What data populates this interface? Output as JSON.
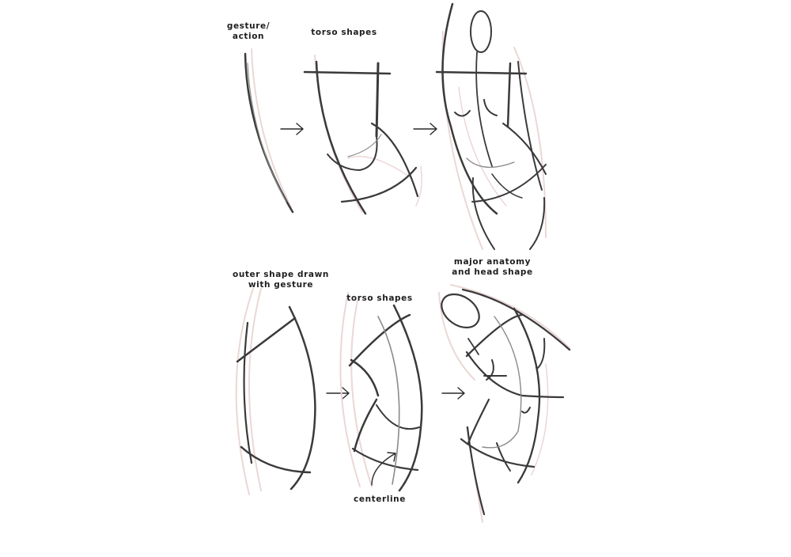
{
  "illustration": {
    "subject": "figure drawing torso construction steps",
    "rows": [
      {
        "steps": [
          {
            "label": "gesture/\naction"
          },
          {
            "label": "torso shapes"
          },
          {
            "label": ""
          }
        ]
      },
      {
        "steps": [
          {
            "label": "outer shape drawn\nwith gesture"
          },
          {
            "label": "torso shapes"
          },
          {
            "label": "major anatomy\nand head shape"
          }
        ]
      }
    ],
    "annotations": [
      {
        "label": "centerline"
      }
    ],
    "arrows": [
      "right-arrow",
      "right-arrow",
      "right-arrow",
      "right-arrow"
    ],
    "colors": {
      "stroke": "#3a3a3a",
      "construction": "#ead8d6",
      "text": "#1e1e1e",
      "background": "#ffffff"
    }
  }
}
